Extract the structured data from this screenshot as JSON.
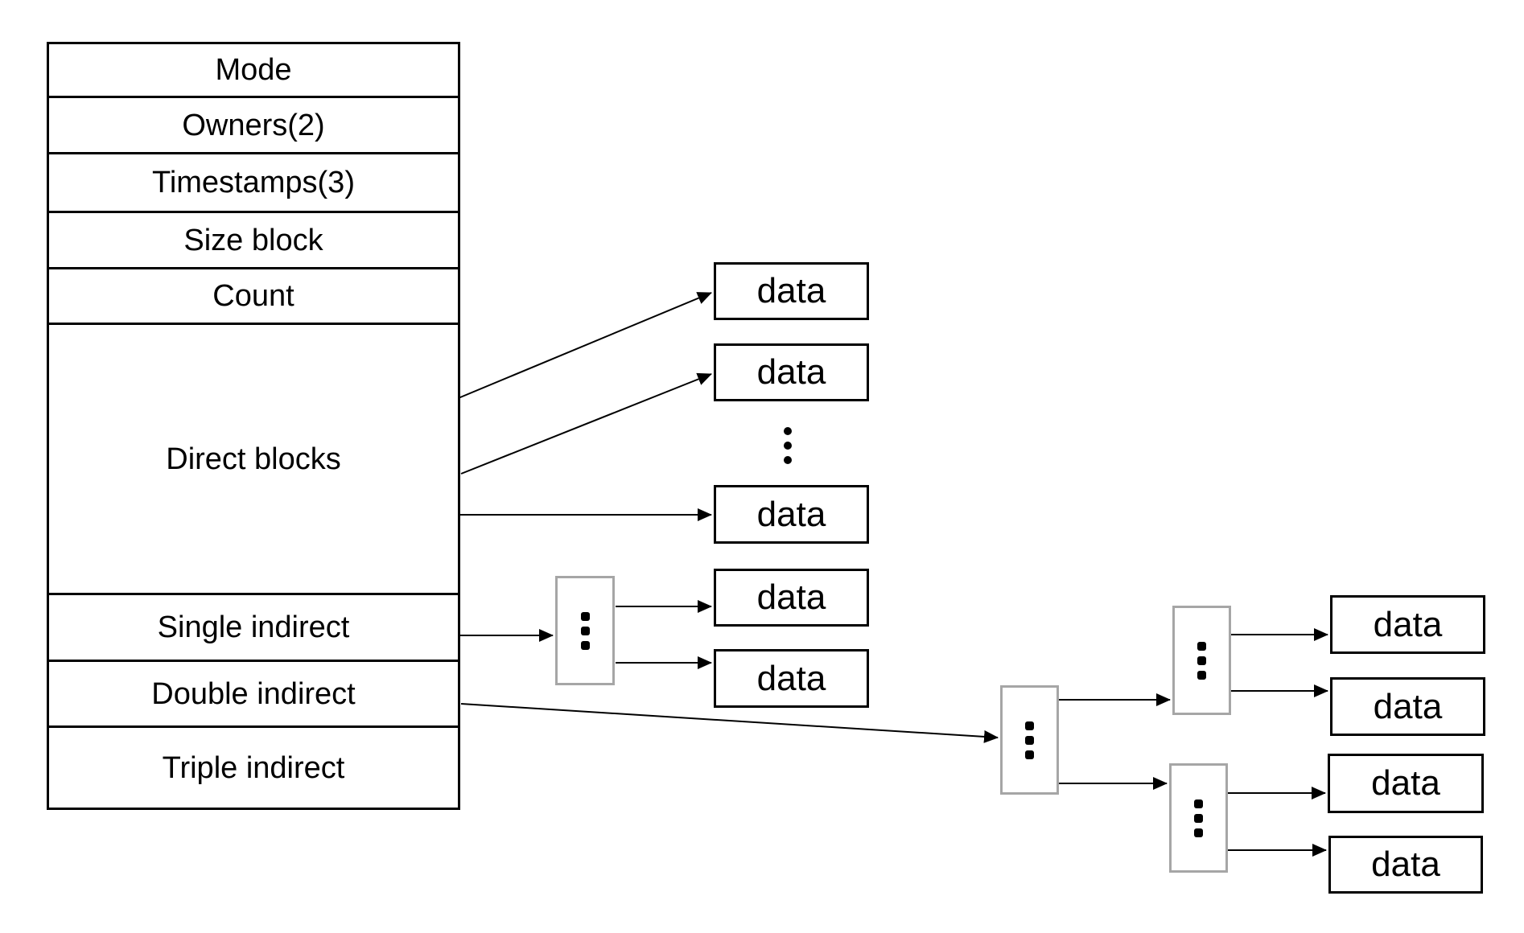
{
  "diagram": {
    "kind": "inode-structure-diagram",
    "colors": {
      "background": "#ffffff",
      "line": "#000000",
      "text": "#000000",
      "data_box_border": "#000000",
      "pointer_block_border": "#a6a6a6"
    },
    "inode_table": {
      "rows": [
        {
          "label": "Mode"
        },
        {
          "label": "Owners(2)"
        },
        {
          "label": "Timestamps(3)"
        },
        {
          "label": "Size block"
        },
        {
          "label": "Count"
        },
        {
          "label": "Direct blocks"
        },
        {
          "label": "Single indirect"
        },
        {
          "label": "Double indirect"
        },
        {
          "label": "Triple indirect"
        }
      ]
    },
    "data_boxes": [
      {
        "label": "data"
      },
      {
        "label": "data"
      },
      {
        "label": "data"
      },
      {
        "label": "data"
      },
      {
        "label": "data"
      },
      {
        "label": "data"
      },
      {
        "label": "data"
      },
      {
        "label": "data"
      },
      {
        "label": "data"
      }
    ],
    "icons": {
      "vertical_ellipsis": "vertical-ellipsis"
    }
  }
}
